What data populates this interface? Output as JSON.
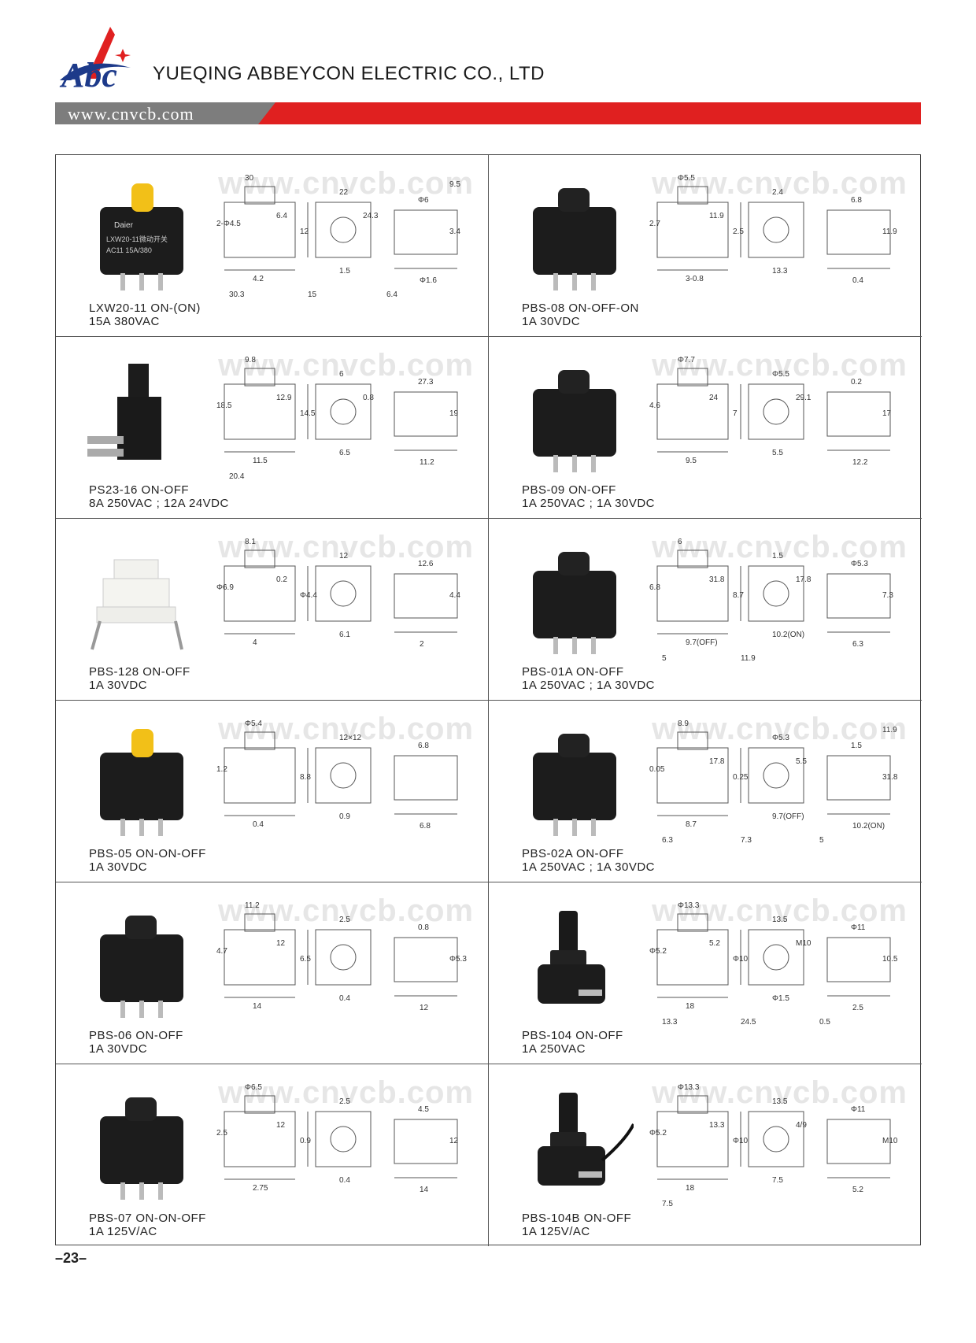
{
  "header": {
    "logo_text": "Abc",
    "company": "YUEQING ABBEYCON ELECTRIC CO., LTD",
    "url": "www.cnvcb.com",
    "colors": {
      "band_gray": "#7d7d7d",
      "band_red": "#e02020",
      "logo_blue": "#1d3a8a"
    }
  },
  "watermark": "www.cnvcb.com",
  "products": [
    {
      "model": "LXW20-11 ON-(ON)",
      "rating": "15A 380VAC",
      "photo_text": [
        "Daier",
        "LXW20-11微动开关",
        "AC11  15A/380"
      ],
      "dims": [
        "30",
        "22",
        "Φ6",
        "2-Φ4.5",
        "12",
        "4.2",
        "1.5",
        "Φ1.6",
        "3.4",
        "6.4",
        "24.3",
        "30.3",
        "15",
        "6.4",
        "9.5"
      ]
    },
    {
      "model": "PBS-08  ON-OFF-ON",
      "rating": "1A 30VDC",
      "dims": [
        "Φ5.5",
        "2.4",
        "6.8",
        "2.7",
        "2.5",
        "3-0.8",
        "13.3",
        "0.4",
        "11.9",
        "11.9"
      ]
    },
    {
      "model": "PS23-16  ON-OFF",
      "rating": "8A 250VAC ; 12A 24VDC",
      "dims": [
        "9.8",
        "6",
        "27.3",
        "18.5",
        "14.5",
        "11.5",
        "6.5",
        "11.2",
        "19",
        "12.9",
        "0.8",
        "20.4"
      ]
    },
    {
      "model": "PBS-09  ON-OFF",
      "rating": "1A 250VAC ; 1A 30VDC",
      "dims": [
        "Φ7.7",
        "Φ5.5",
        "0.2",
        "4.6",
        "7",
        "9.5",
        "5.5",
        "12.2",
        "17",
        "24",
        "29.1"
      ]
    },
    {
      "model": "PBS-128  ON-OFF",
      "rating": "1A 30VDC",
      "dims": [
        "8.1",
        "12",
        "12.6",
        "Φ6.9",
        "Φ4.4",
        "4",
        "6.1",
        "2",
        "4.4",
        "0.2"
      ]
    },
    {
      "model": "PBS-01A  ON-OFF",
      "rating": "1A 250VAC ; 1A 30VDC",
      "dims": [
        "6",
        "1.5",
        "Φ5.3",
        "6.8",
        "8.7",
        "9.7(OFF)",
        "10.2(ON)",
        "6.3",
        "7.3",
        "31.8",
        "17.8",
        "5",
        "11.9"
      ]
    },
    {
      "model": "PBS-05  ON-ON-OFF",
      "rating": "1A 30VDC",
      "dims": [
        "Φ5.4",
        "12×12",
        "6.8",
        "1.2",
        "8.8",
        "0.4",
        "0.9",
        "6.8"
      ]
    },
    {
      "model": "PBS-02A  ON-OFF",
      "rating": "1A 250VAC ; 1A 30VDC",
      "dims": [
        "8.9",
        "Φ5.3",
        "1.5",
        "0.05",
        "0.25",
        "8.7",
        "9.7(OFF)",
        "10.2(ON)",
        "31.8",
        "17.8",
        "5.5",
        "6.3",
        "7.3",
        "5",
        "11.9"
      ]
    },
    {
      "model": "PBS-06  ON-OFF",
      "rating": "1A 30VDC",
      "dims": [
        "11.2",
        "2.5",
        "0.8",
        "4.7",
        "6.5",
        "14",
        "0.4",
        "12",
        "Φ5.3",
        "12"
      ]
    },
    {
      "model": "PBS-104 ON-OFF",
      "rating": "1A 250VAC",
      "dims": [
        "Φ13.3",
        "13.5",
        "Φ11",
        "Φ5.2",
        "Φ10",
        "18",
        "Φ1.5",
        "2.5",
        "10.5",
        "5.2",
        "M10",
        "13.3",
        "24.5",
        "0.5"
      ]
    },
    {
      "model": "PBS-07  ON-ON-OFF",
      "rating": "1A 125V/AC",
      "dims": [
        "Φ6.5",
        "2.5",
        "4.5",
        "2.5",
        "0.9",
        "2.75",
        "0.4",
        "14",
        "12",
        "12"
      ]
    },
    {
      "model": "PBS-104B  ON-OFF",
      "rating": "1A 125V/AC",
      "dims": [
        "Φ13.3",
        "13.5",
        "Φ11",
        "Φ5.2",
        "Φ10",
        "18",
        "7.5",
        "5.2",
        "M10",
        "13.3",
        "4/9",
        "7.5"
      ]
    }
  ],
  "page_number": "–23–"
}
